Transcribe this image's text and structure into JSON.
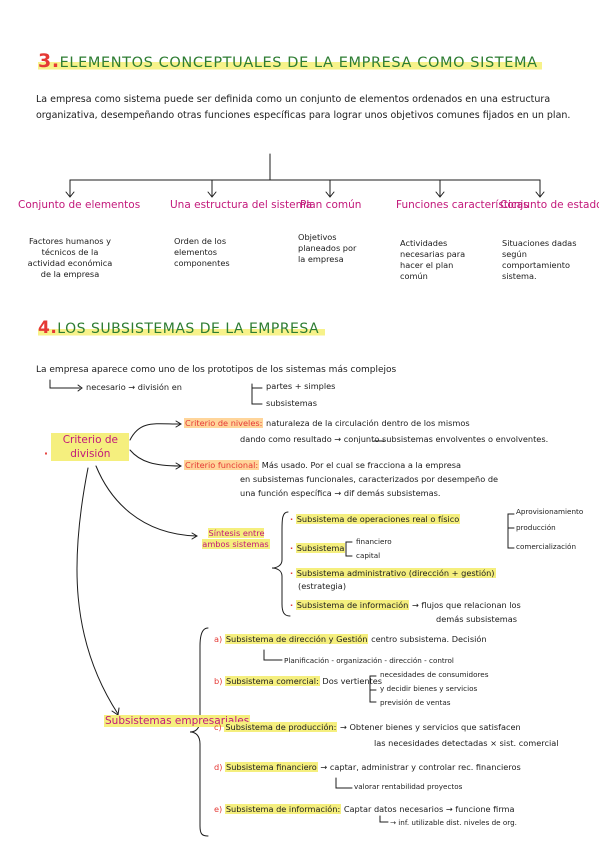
{
  "section3": {
    "number": "3.",
    "title": "ELEMENTOS CONCEPTUALES DE LA EMPRESA COMO SISTEMA",
    "intro": "La empresa como sistema puede ser definida como un conjunto de elementos ordenados en una estructura organizativa, desempeñando otras funciones específicas para lograr unos objetivos comunes fijados en un plan.",
    "branches": [
      {
        "title": "Conjunto de elementos",
        "desc": "Factores humanos y técnicos de la actividad económica de la empresa"
      },
      {
        "title": "Una estructura del sistema",
        "desc": "Orden de los elementos componentes"
      },
      {
        "title": "Plan común",
        "desc": "Objetivos planeados por la empresa"
      },
      {
        "title": "Funciones características",
        "desc": "Actividades necesarias para hacer el plan común"
      },
      {
        "title": "Conjunto de estados",
        "desc": "Situaciones dadas según comportamiento sistema."
      }
    ]
  },
  "section4": {
    "number": "4.",
    "title": "LOS SUBSISTEMAS DE LA EMPRESA",
    "intro": "La empresa aparece como uno de los prototipos de los sistemas más complejos",
    "necessary": "necesario → división en",
    "division_parts": [
      "partes + simples",
      "subsistemas"
    ],
    "criterio_label": "Criterio de división",
    "criterio_niveles": {
      "label": "Criterio de niveles:",
      "text1": "naturaleza de la circulación dentro de los mismos",
      "text2": "dando como resultado → conjunto subsistemas envolventes o envolventes."
    },
    "criterio_funcional": {
      "label": "Criterio funcional:",
      "text1": "Más usado. Por el cual se fracciona a la empresa",
      "text2": "en subsistemas funcionales, caracterizados por desempeño de",
      "text3": "una función específica → dif demás subsistemas."
    },
    "sintesis_label": "Síntesis entre ambos sistemas",
    "sintesis": {
      "operaciones": "Subsistema de operaciones real o físico",
      "operaciones_sub": [
        "Aprovisionamiento",
        "producción",
        "comercialización"
      ],
      "subsistema": "Subsistema",
      "subsistema_sub": [
        "financiero",
        "capital"
      ],
      "administrativo": "Subsistema administrativo (dirección + gestión)",
      "administrativo_2": "(estrategia)",
      "informacion": "Subsistema de información",
      "informacion_2": "→ flujos que relacionan los",
      "informacion_3": "demás subsistemas"
    },
    "empresariales_label": "Subsistemas empresariales",
    "items": [
      {
        "letter": "a)",
        "title": "Subsistema de dirección y Gestión",
        "rest": "centro subsistema. Decisión",
        "sub": "Planificación - organización - dirección - control"
      },
      {
        "letter": "b)",
        "title": "Subsistema comercial:",
        "rest": "Dos vertientes",
        "sub": "necesidades de consumidores",
        "sub2": "y decidir bienes y servicios",
        "sub3": "previsión de ventas"
      },
      {
        "letter": "c)",
        "title": "Subsistema de producción:",
        "rest": "→ Obtener bienes y servicios que satisfacen",
        "sub": "las necesidades detectadas × sist. comercial"
      },
      {
        "letter": "d)",
        "title": "Subsistema financiero",
        "rest": "→ captar, administrar y controlar rec. financieros",
        "sub": "valorar rentabilidad proyectos"
      },
      {
        "letter": "e)",
        "title": "Subsistema de información:",
        "rest": "Captar datos necesarios → funcione firma",
        "sub": "→ inf. utilizable dist. niveles de org."
      }
    ]
  }
}
